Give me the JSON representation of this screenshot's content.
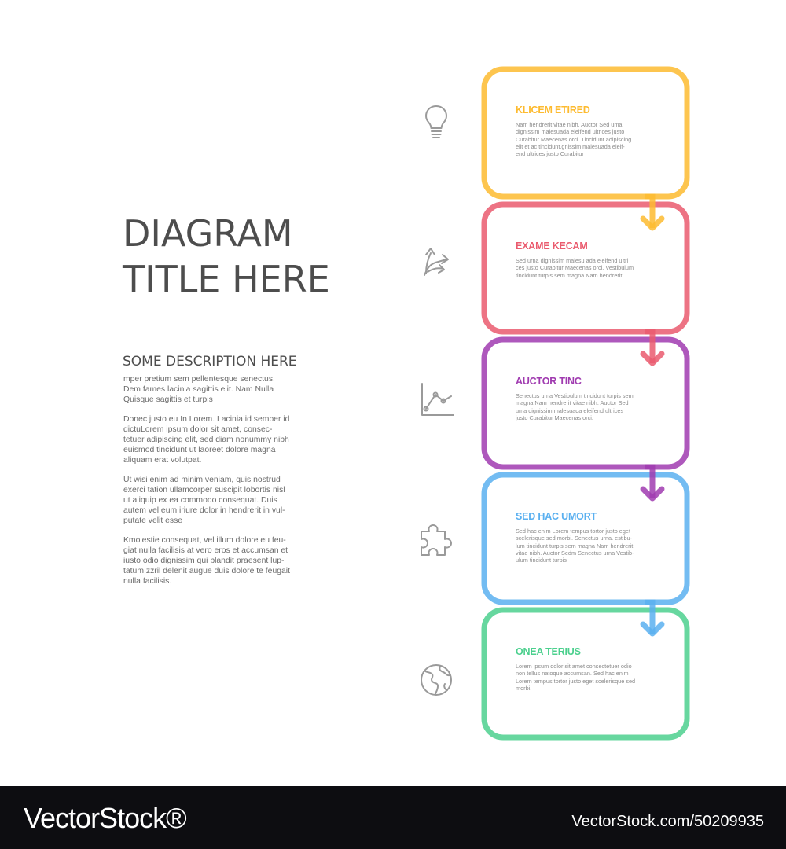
{
  "title_lines": [
    "DIAGRAM",
    "TITLE HERE"
  ],
  "description": {
    "heading": "SOME DESCRIPTION HERE",
    "paragraphs": [
      [
        "mper pretium sem pellentesque senectus.",
        "Dem fames lacinia sagittis elit. Nam Nulla",
        "Quisque sagittis et turpis"
      ],
      [
        "Donec justo eu In Lorem. Lacinia id semper id",
        "dictuLorem ipsum dolor sit amet, consec-",
        "tetuer adipiscing elit, sed diam nonummy nibh",
        "euismod tincidunt ut laoreet dolore magna",
        "aliquam erat volutpat."
      ],
      [
        "Ut wisi enim ad minim veniam, quis nostrud",
        "exerci tation ullamcorper suscipit lobortis nisl",
        "ut aliquip ex ea commodo consequat. Duis",
        "autem vel eum iriure dolor in hendrerit in vul-",
        "putate velit esse"
      ],
      [
        "Kmolestie consequat, vel illum dolore eu feu-",
        "giat nulla facilisis at vero eros et accumsan et",
        "iusto odio dignissim qui blandit praesent lup-",
        "tatum zzril delenit augue duis dolore te feugait",
        "nulla facilisis."
      ]
    ]
  },
  "steps": [
    {
      "title": "KLICEM ETIRED",
      "color": "#fdbb30",
      "icon": "lightbulb-icon",
      "lines": [
        "Nam hendrerit vitae nibh. Auctor Sed uma",
        "dignissim malesuada eleifend ultrices justo",
        "Curabitur Maecenas orci. Tincidunt adipiscing",
        "elit et ac tincidunt.gnissim malesuada eleif-",
        "end ultrices justo Curabitur"
      ]
    },
    {
      "title": "EXAME KECAM",
      "color": "#ea5b6e",
      "icon": "directions-arrows-icon",
      "lines": [
        "Sed urna dignissim malesu ada eleifend ultri",
        "ces justo Curabitur Maecenas orci. Vestibulum",
        "tincidunt turpis sem magna Nam hendrerit"
      ]
    },
    {
      "title": "AUCTOR TINC",
      "color": "#a03bb0",
      "icon": "line-chart-icon",
      "lines": [
        "Senectus urna Vestibulum tincidunt turpis sem",
        "magna Nam hendrerit vitae nibh. Auctor Sed",
        "uma dignissim malesuada eleifend ultrices",
        "justo Curabitur Maecenas orci."
      ]
    },
    {
      "title": "SED HAC UMORT",
      "color": "#5ab0f0",
      "icon": "puzzle-piece-icon",
      "lines": [
        "Sed hac enim Lorem tempus tortor justo eget",
        "scelerisque sed morbi. Senectus urna. estibu-",
        "lum tincidunt turpis sem magna Nam hendrerit",
        "vitae nibh. Auctor Sedm Senectus urna Vestib-",
        "ulum tincidunt turpis"
      ]
    },
    {
      "title": "ONEA TERIUS",
      "color": "#4cd08e",
      "icon": "globe-icon",
      "lines": [
        "Lorem ipsum dolor sit amet consectetuer odio",
        "non tellus natoque accumsan. Sed hac enim",
        "Lorem tempus tortor justo eget scelerisque sed",
        "morbi."
      ]
    }
  ],
  "footer": {
    "brand": "VectorStock®",
    "image_id": "VectorStock.com/50209935"
  }
}
